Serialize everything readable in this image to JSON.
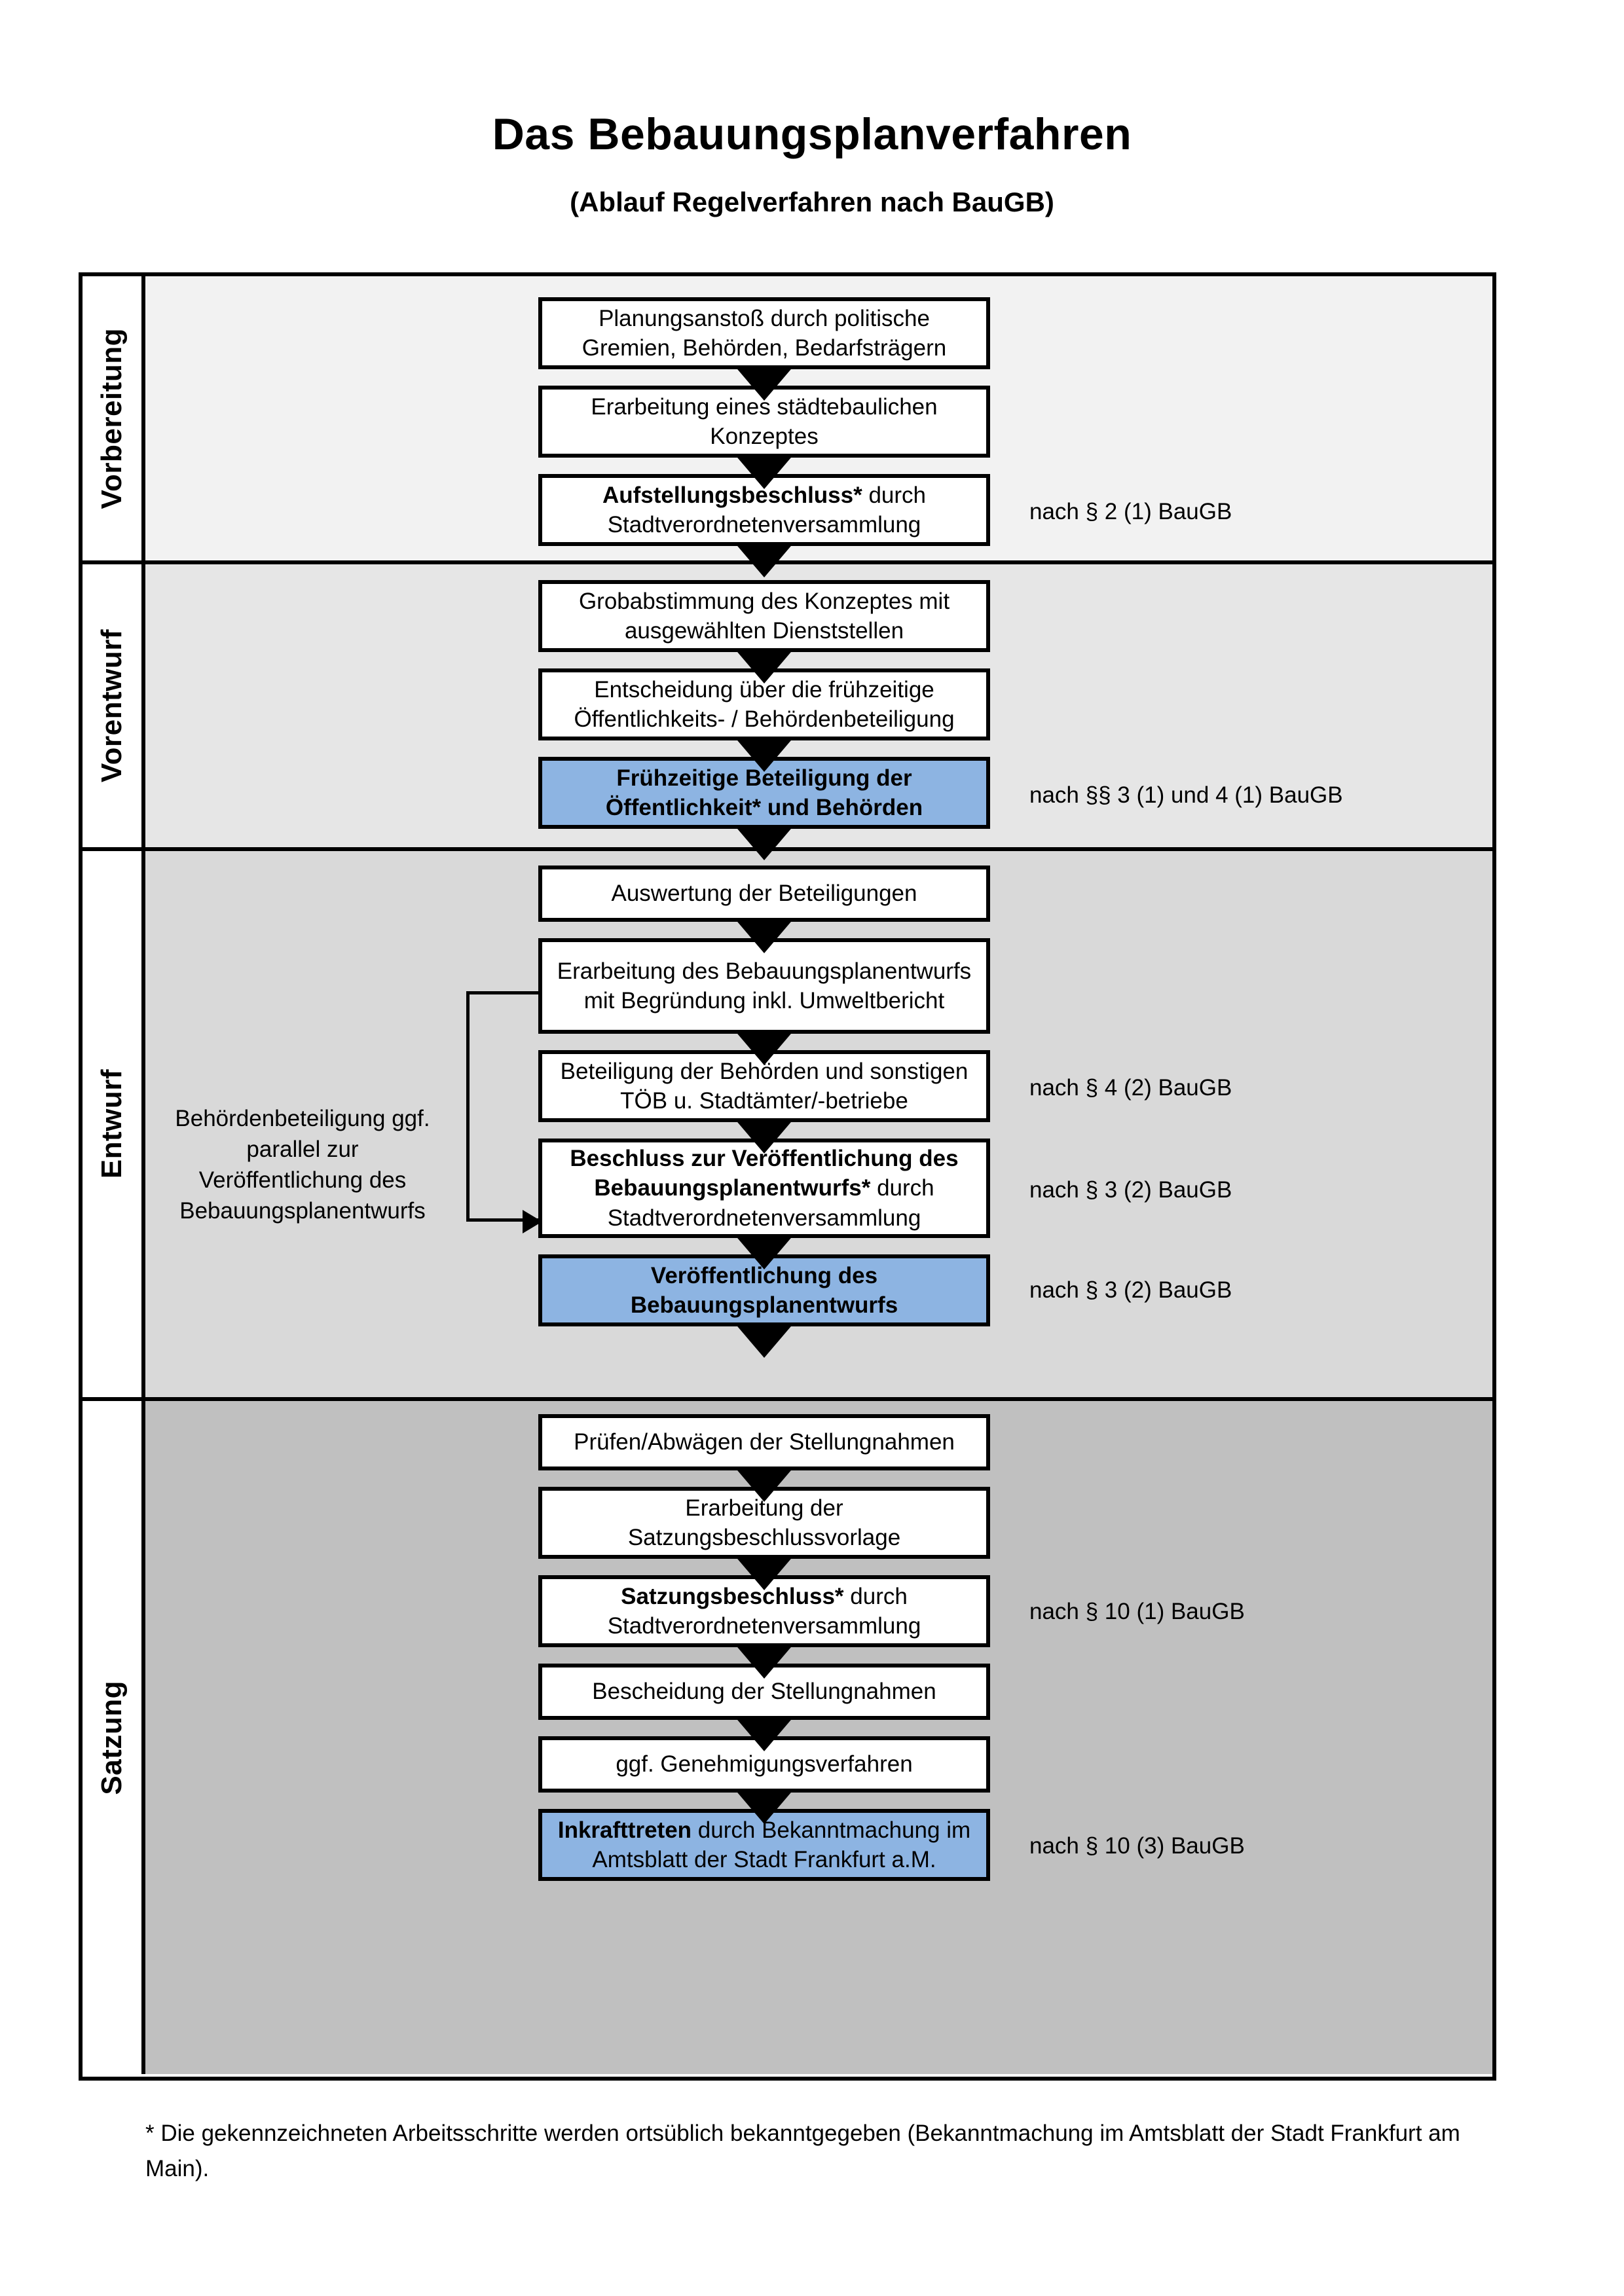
{
  "header": {
    "title": "Das Bebauungsplanverfahren",
    "subtitle": "(Ablauf Regelverfahren nach BauGB)"
  },
  "phases": [
    {
      "label": "Vorbereitung",
      "band_color": "#F2F2F2",
      "steps": [
        {
          "id": "planungsanstoss",
          "text": "Planungsanstoß durch politische Gremien, Behörden, Bedarfsträgern",
          "highlight": false,
          "bold_lead": ""
        },
        {
          "id": "staedtebauliches-konzept",
          "text": "Erarbeitung eines städtebaulichen Konzeptes",
          "highlight": false,
          "bold_lead": ""
        },
        {
          "id": "aufstellungsbeschluss",
          "text": "Stadtverordnetenversammlung",
          "highlight": false,
          "bold_lead": "Aufstellungsbeschluss*",
          "lead_suffix": " durch"
        }
      ],
      "legal": [
        {
          "id": "ref-par-2-1",
          "text": "nach § 2 (1) BauGB"
        }
      ]
    },
    {
      "label": "Vorentwurf",
      "band_color": "#E6E6E6",
      "steps": [
        {
          "id": "grobabstimmung",
          "text": "Grobabstimmung des Konzeptes mit ausgewählten Dienststellen",
          "highlight": false,
          "bold_lead": ""
        },
        {
          "id": "entscheidung-fruehzeitige",
          "text": "Entscheidung über die frühzeitige Öffentlichkeits- / Behördenbeteiligung",
          "highlight": false,
          "bold_lead": ""
        },
        {
          "id": "fruehzeitige-beteiligung",
          "text": "Frühzeitige Beteiligung der Öffentlichkeit* und Behörden",
          "highlight": true,
          "bold_all": true
        }
      ],
      "legal": [
        {
          "id": "ref-par-3-1-4-1",
          "text": "nach §§ 3 (1) und 4 (1) BauGB"
        }
      ]
    },
    {
      "label": "Entwurf",
      "band_color": "#D9D9D9",
      "side_note": "Behördenbeteiligung ggf. parallel zur Veröffentlichung des Bebauungsplanentwurfs",
      "steps": [
        {
          "id": "auswertung-beteiligungen",
          "text": "Auswertung der Beteiligungen",
          "highlight": false,
          "bold_lead": ""
        },
        {
          "id": "erarbeitung-entwurf",
          "text": "Erarbeitung des Bebauungsplanentwurfs mit Begründung inkl. Umweltbericht",
          "highlight": false,
          "bold_lead": ""
        },
        {
          "id": "beteiligung-behoerden-toeb",
          "text": "Beteiligung der Behörden und sonstigen TÖB u. Stadtämter/-betriebe",
          "highlight": false,
          "bold_lead": ""
        },
        {
          "id": "beschluss-veroeffentlichung",
          "text": "Stadtverordnetenversammlung",
          "highlight": false,
          "bold_lead": "Beschluss zur Veröffentlichung des Bebauungsplanentwurfs*",
          "lead_suffix": " durch"
        },
        {
          "id": "veroeffentlichung-entwurf",
          "text": "Veröffentlichung des Bebauungsplanentwurfs",
          "highlight": true,
          "bold_all": true
        }
      ],
      "legal": [
        {
          "id": "ref-par-4-2",
          "text": "nach § 4 (2) BauGB"
        },
        {
          "id": "ref-par-3-2-a",
          "text": "nach § 3 (2) BauGB"
        },
        {
          "id": "ref-par-3-2-b",
          "text": "nach § 3 (2) BauGB"
        }
      ]
    },
    {
      "label": "Satzung",
      "band_color": "#C0C0C0",
      "steps": [
        {
          "id": "pruefen-abwaegen",
          "text": "Prüfen/Abwägen der Stellungnahmen",
          "highlight": false,
          "bold_lead": ""
        },
        {
          "id": "satzungsbeschlussvorlage",
          "text": "Erarbeitung der Satzungsbeschlussvorlage",
          "highlight": false,
          "bold_lead": ""
        },
        {
          "id": "satzungsbeschluss",
          "text": "Stadtverordnetenversammlung",
          "highlight": false,
          "bold_lead": "Satzungsbeschluss*",
          "lead_suffix": " durch"
        },
        {
          "id": "bescheidung-stellungnahmen",
          "text": "Bescheidung der Stellungnahmen",
          "highlight": false,
          "bold_lead": ""
        },
        {
          "id": "genehmigungsverfahren",
          "text": "ggf. Genehmigungsverfahren",
          "highlight": false,
          "bold_lead": ""
        },
        {
          "id": "inkrafttreten",
          "text": "durch Bekanntmachung im Amtsblatt der Stadt Frankfurt a.M.",
          "highlight": true,
          "bold_lead": "Inkrafttreten"
        }
      ],
      "legal": [
        {
          "id": "ref-par-10-1",
          "text": "nach § 10 (1) BauGB"
        },
        {
          "id": "ref-par-10-3",
          "text": "nach § 10 (3) BauGB"
        }
      ]
    }
  ],
  "footnote": "* Die gekennzeichneten Arbeitsschritte werden ortsüblich bekanntgegeben (Bekanntmachung im Amtsblatt  der Stadt Frankfurt am Main).",
  "colors": {
    "highlight_blue": "#8DB4E2",
    "band_1": "#F2F2F2",
    "band_2": "#E6E6E6",
    "band_3": "#D9D9D9",
    "band_4": "#C0C0C0",
    "outline": "#000000"
  }
}
